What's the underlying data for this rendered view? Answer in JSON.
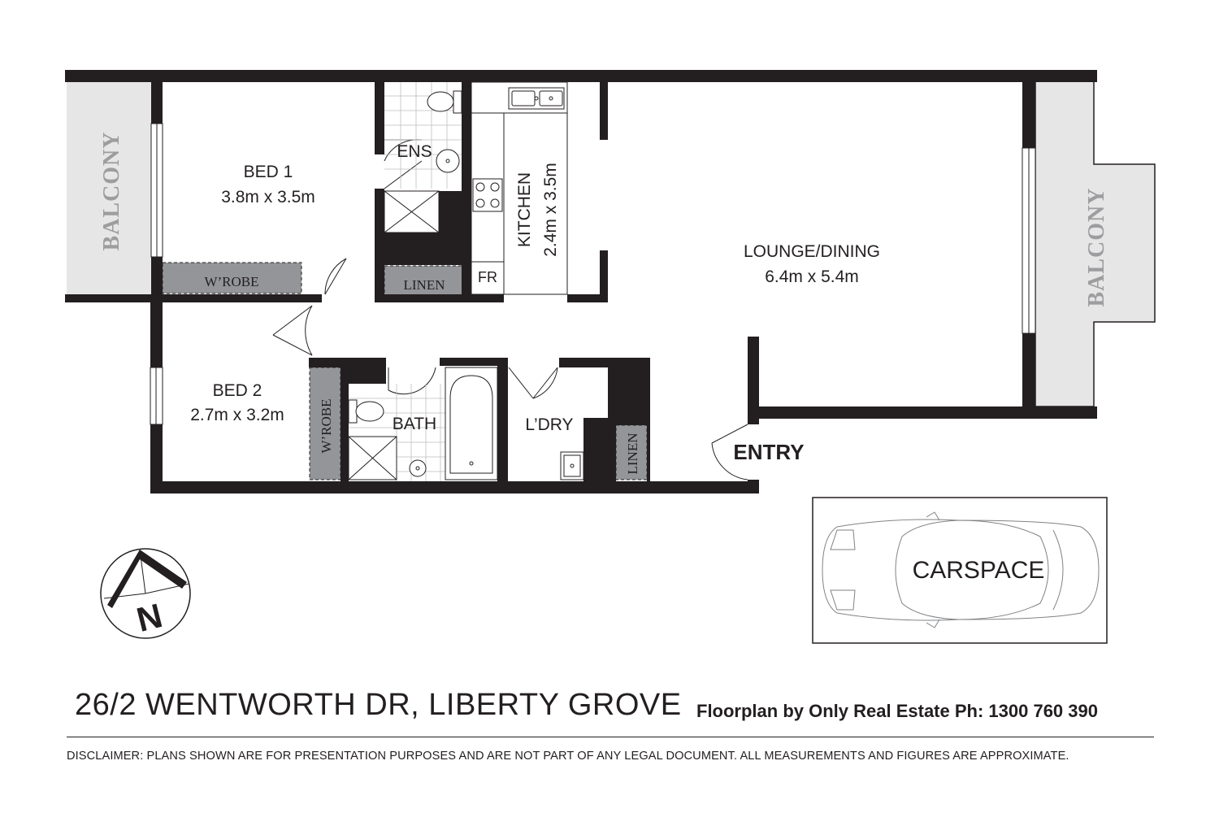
{
  "rooms": {
    "bed1": {
      "name": "BED 1",
      "size": "3.8m x 3.5m"
    },
    "bed2": {
      "name": "BED 2",
      "size": "2.7m x 3.2m"
    },
    "ensuite": {
      "name": "ENS"
    },
    "kitchen": {
      "name": "KITCHEN",
      "size": "2.4m x 3.5m"
    },
    "lounge": {
      "name": "LOUNGE/DINING",
      "size": "6.4m x 5.4m"
    },
    "bath": {
      "name": "BATH"
    },
    "laundry": {
      "name": "L’DRY"
    },
    "fridge": {
      "name": "FR"
    },
    "linen1": {
      "name": "LINEN"
    },
    "linen2": {
      "name": "LINEN"
    },
    "wrobe1": {
      "name": "W’ROBE"
    },
    "wrobe2": {
      "name": "W’ROBE"
    },
    "balcony_west": {
      "name": "BALCONY"
    },
    "balcony_east": {
      "name": "BALCONY"
    }
  },
  "entry_label": "ENTRY",
  "carspace_label": "CARSPACE",
  "compass_letter": "N",
  "footer": {
    "address": "26/2 WENTWORTH DR, LIBERTY GROVE",
    "credit": "Floorplan by Only Real Estate Ph: 1300 760 390",
    "disclaimer": "DISCLAIMER:  PLANS SHOWN ARE FOR PRESENTATION PURPOSES AND ARE NOT PART OF ANY LEGAL DOCUMENT. ALL MEASUREMENTS AND FIGURES ARE APPROXIMATE."
  },
  "colors": {
    "wall": "#231f20",
    "balcony": "#e6e6e7",
    "storage": "#939598",
    "balcony_text": "#9d9d9f"
  }
}
